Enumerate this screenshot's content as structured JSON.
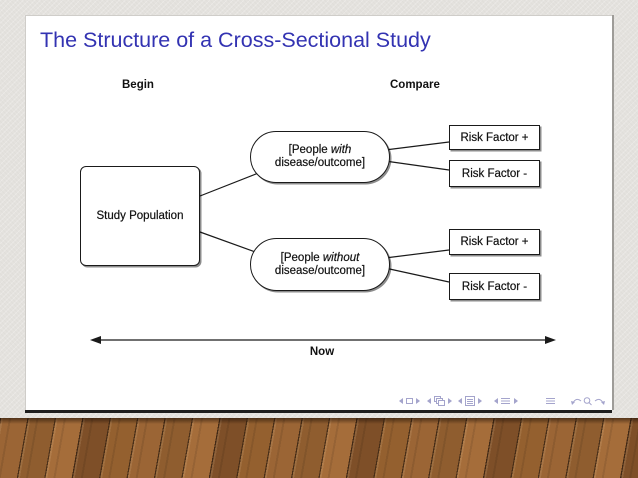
{
  "slide": {
    "title": "The Structure of a Cross-Sectional Study"
  },
  "diagram": {
    "headers": {
      "begin": "Begin",
      "compare": "Compare"
    },
    "population": "Study Population",
    "groups": [
      {
        "label_prefix": "[People ",
        "label_emphasis": "with",
        "label_line2": "disease/outcome]",
        "risk_factors": [
          "Risk Factor +",
          "Risk Factor -"
        ]
      },
      {
        "label_prefix": "[People ",
        "label_emphasis": "without",
        "label_line2": "disease/outcome]",
        "risk_factors": [
          "Risk Factor +",
          "Risk Factor -"
        ]
      }
    ],
    "timeline": {
      "label": "Now"
    }
  },
  "navigation": {
    "icons": [
      "slide-prev-icon",
      "slide-icon",
      "slide-next-icon",
      "frame-prev-icon",
      "frame-icon",
      "frame-next-icon",
      "subsection-prev-icon",
      "subsection-icon",
      "subsection-next-icon",
      "section-prev-icon",
      "section-icon",
      "section-next-icon",
      "document-icon",
      "back-icon",
      "search-icon",
      "forward-icon"
    ]
  },
  "colors": {
    "title": "#3333b2",
    "nav_icons": "#a4a4cc",
    "diagram_ink": "#1a1a1a",
    "page_background": "#e4e2de",
    "floor_wood": "#8f5d2f"
  }
}
